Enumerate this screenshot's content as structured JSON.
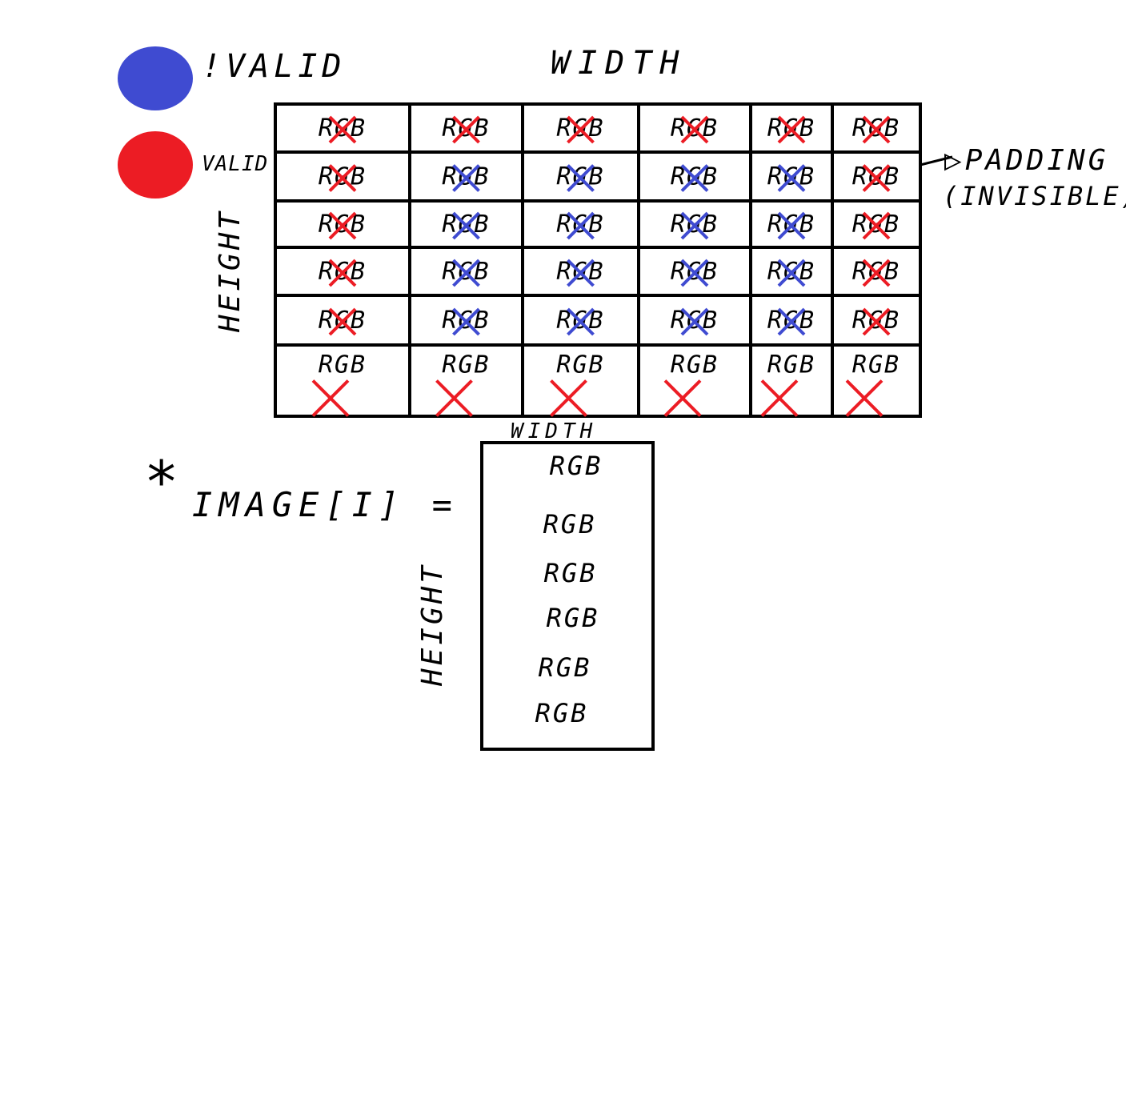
{
  "legend": {
    "items": [
      {
        "label": "!VALID",
        "color": "#3f4bd1"
      },
      {
        "label": "VALID",
        "color": "#ec1c24"
      }
    ]
  },
  "grid": {
    "top_label": "WIDTH",
    "side_label": "HEIGHT",
    "padding_note": "PADDING",
    "padding_note_sub": "(INVISIBLE)",
    "cells": [
      [
        {
          "text": "RGB",
          "mark": "red"
        },
        {
          "text": "RGB",
          "mark": "red"
        },
        {
          "text": "RGB",
          "mark": "red"
        },
        {
          "text": "RGB",
          "mark": "red"
        },
        {
          "text": "RGB",
          "mark": "red"
        },
        {
          "text": "RGB",
          "mark": "red"
        }
      ],
      [
        {
          "text": "RGB",
          "mark": "red"
        },
        {
          "text": "RGB",
          "mark": "blue"
        },
        {
          "text": "RGB",
          "mark": "blue"
        },
        {
          "text": "RGB",
          "mark": "blue"
        },
        {
          "text": "RGB",
          "mark": "blue"
        },
        {
          "text": "RGB",
          "mark": "red"
        }
      ],
      [
        {
          "text": "RGB",
          "mark": "red"
        },
        {
          "text": "RGB",
          "mark": "blue"
        },
        {
          "text": "RGB",
          "mark": "blue"
        },
        {
          "text": "RGB",
          "mark": "blue"
        },
        {
          "text": "RGB",
          "mark": "blue"
        },
        {
          "text": "RGB",
          "mark": "red"
        }
      ],
      [
        {
          "text": "RGB",
          "mark": "red"
        },
        {
          "text": "RGB",
          "mark": "blue"
        },
        {
          "text": "RGB",
          "mark": "blue"
        },
        {
          "text": "RGB",
          "mark": "blue"
        },
        {
          "text": "RGB",
          "mark": "blue"
        },
        {
          "text": "RGB",
          "mark": "red"
        }
      ],
      [
        {
          "text": "RGB",
          "mark": "red"
        },
        {
          "text": "RGB",
          "mark": "blue"
        },
        {
          "text": "RGB",
          "mark": "blue"
        },
        {
          "text": "RGB",
          "mark": "blue"
        },
        {
          "text": "RGB",
          "mark": "blue"
        },
        {
          "text": "RGB",
          "mark": "red"
        }
      ],
      [
        {
          "text": "RGB",
          "mark": "red"
        },
        {
          "text": "RGB",
          "mark": "red"
        },
        {
          "text": "RGB",
          "mark": "red"
        },
        {
          "text": "RGB",
          "mark": "red"
        },
        {
          "text": "RGB",
          "mark": "red"
        },
        {
          "text": "RGB",
          "mark": "red"
        }
      ]
    ]
  },
  "image_array": {
    "star": "*",
    "label": "IMAGE[I] =",
    "top_label": "WIDTH",
    "side_label": "HEIGHT",
    "rows": [
      "RGB",
      "RGB",
      "RGB",
      "RGB",
      "RGB",
      "RGB"
    ]
  }
}
